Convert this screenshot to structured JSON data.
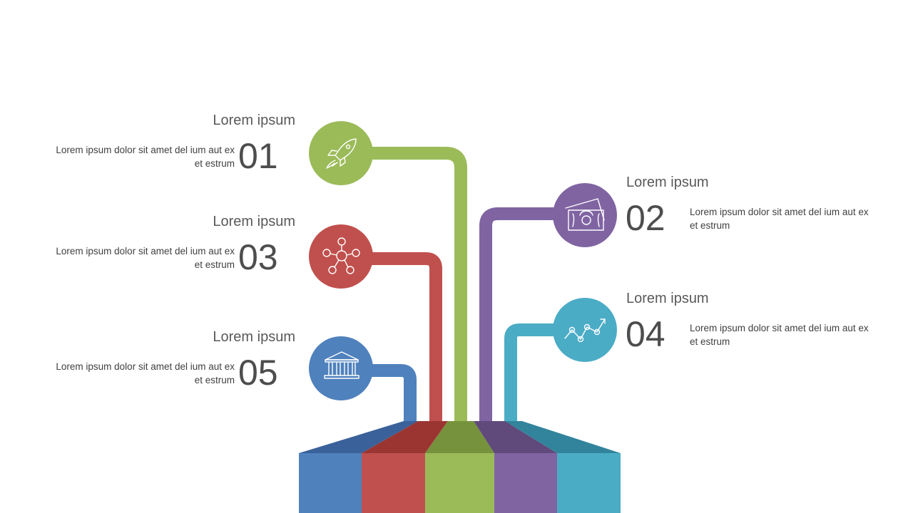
{
  "colors": {
    "green": "#9bbb59",
    "red": "#c0504d",
    "purple": "#8064a2",
    "teal": "#4bacc6",
    "blue": "#4f81bd"
  },
  "items": [
    {
      "id": "01",
      "title": "Lorem ipsum",
      "number": "01",
      "description": "Lorem ipsum dolor sit amet del ium aut ex et estrum",
      "color": "green",
      "icon": "rocket-icon"
    },
    {
      "id": "02",
      "title": "Lorem ipsum",
      "number": "02",
      "description": "Lorem ipsum dolor sit amet del ium aut ex et estrum",
      "color": "purple",
      "icon": "money-icon"
    },
    {
      "id": "03",
      "title": "Lorem ipsum",
      "number": "03",
      "description": "Lorem ipsum dolor sit amet del ium aut ex et estrum",
      "color": "red",
      "icon": "network-icon"
    },
    {
      "id": "04",
      "title": "Lorem ipsum",
      "number": "04",
      "description": "Lorem ipsum dolor sit amet del ium aut ex et estrum",
      "color": "teal",
      "icon": "growth-chart-icon"
    },
    {
      "id": "05",
      "title": "Lorem ipsum",
      "number": "05",
      "description": "Lorem ipsum dolor sit amet del ium aut ex et estrum",
      "color": "blue",
      "icon": "bank-icon"
    }
  ]
}
